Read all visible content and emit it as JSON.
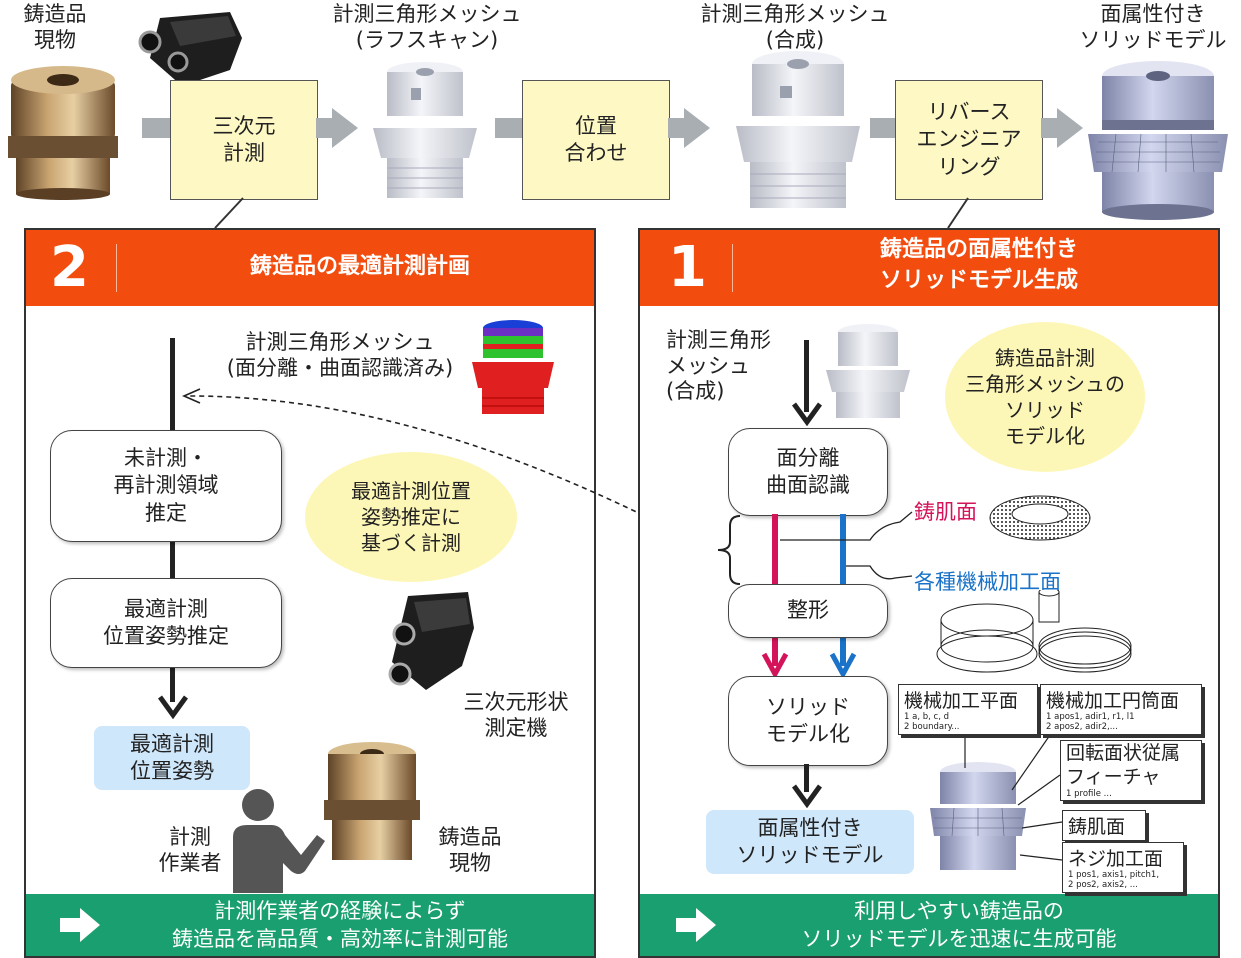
{
  "top": {
    "castActual": "鋳造品\n現物",
    "roughMesh": "計測三角形メッシュ\n(ラフスキャン)",
    "mergedMesh": "計測三角形メッシュ\n(合成)",
    "solidModel": "面属性付き\nソリッドモデル",
    "steps": [
      "三次元\n計測",
      "位置\n合わせ",
      "リバース\nエンジニア\nリング"
    ]
  },
  "left": {
    "number": "2",
    "title": "鋳造品の最適計測計画",
    "meshLabel": "計測三角形メッシュ\n(面分離・曲面認識済み)",
    "box1": "未計測・\n再計測領域\n推定",
    "box2": "最適計測\n位置姿勢推定",
    "result": "最適計測\n位置姿勢",
    "bubble": "最適計測位置\n姿勢推定に\n基づく計測",
    "machine": "三次元形状\n測定機",
    "operator": "計測\n作業者",
    "cast": "鋳造品\n現物",
    "footer": "計測作業者の経験によらず\n鋳造品を高品質・高効率に計測可能"
  },
  "right": {
    "number": "1",
    "title": "鋳造品の面属性付き\nソリッドモデル生成",
    "inputLabel": "計測三角形\nメッシュ\n(合成)",
    "box1": "面分離\n曲面認識",
    "bubble": "鋳造品計測\n三角形メッシュの\nソリッド\nモデル化",
    "castSurface": "鋳肌面",
    "machinedSurface": "各種機械加工面",
    "box2": "整形",
    "box3": "ソリッド\nモデル化",
    "result": "面属性付き\nソリッドモデル",
    "footer": "利用しやすい鋳造品の\nソリッドモデルを迅速に生成可能",
    "tags": [
      {
        "title": "機械加工平面",
        "sub": "1 a, b, c, d\n2 boundary..."
      },
      {
        "title": "機械加工円筒面",
        "sub": "1 apos1, adir1, r1, l1\n2 apos2, adir2,..."
      },
      {
        "title": "回転面状従属\nフィーチャ",
        "sub": "1 profile ..."
      },
      {
        "title": "鋳肌面",
        "sub": ""
      },
      {
        "title": "ネジ加工面",
        "sub": "1 pos1, axis1, pitch1,\n2 pos2, axis2, ..."
      }
    ]
  },
  "colors": {
    "header": "#f24d0f",
    "footer": "#1aa070",
    "stepBox": "#fdf8c4",
    "bubble": "#fdf7b7",
    "resultBox": "#cfe7fb",
    "castSurface": "#d4145a",
    "machinedSurface": "#1a73c8"
  }
}
